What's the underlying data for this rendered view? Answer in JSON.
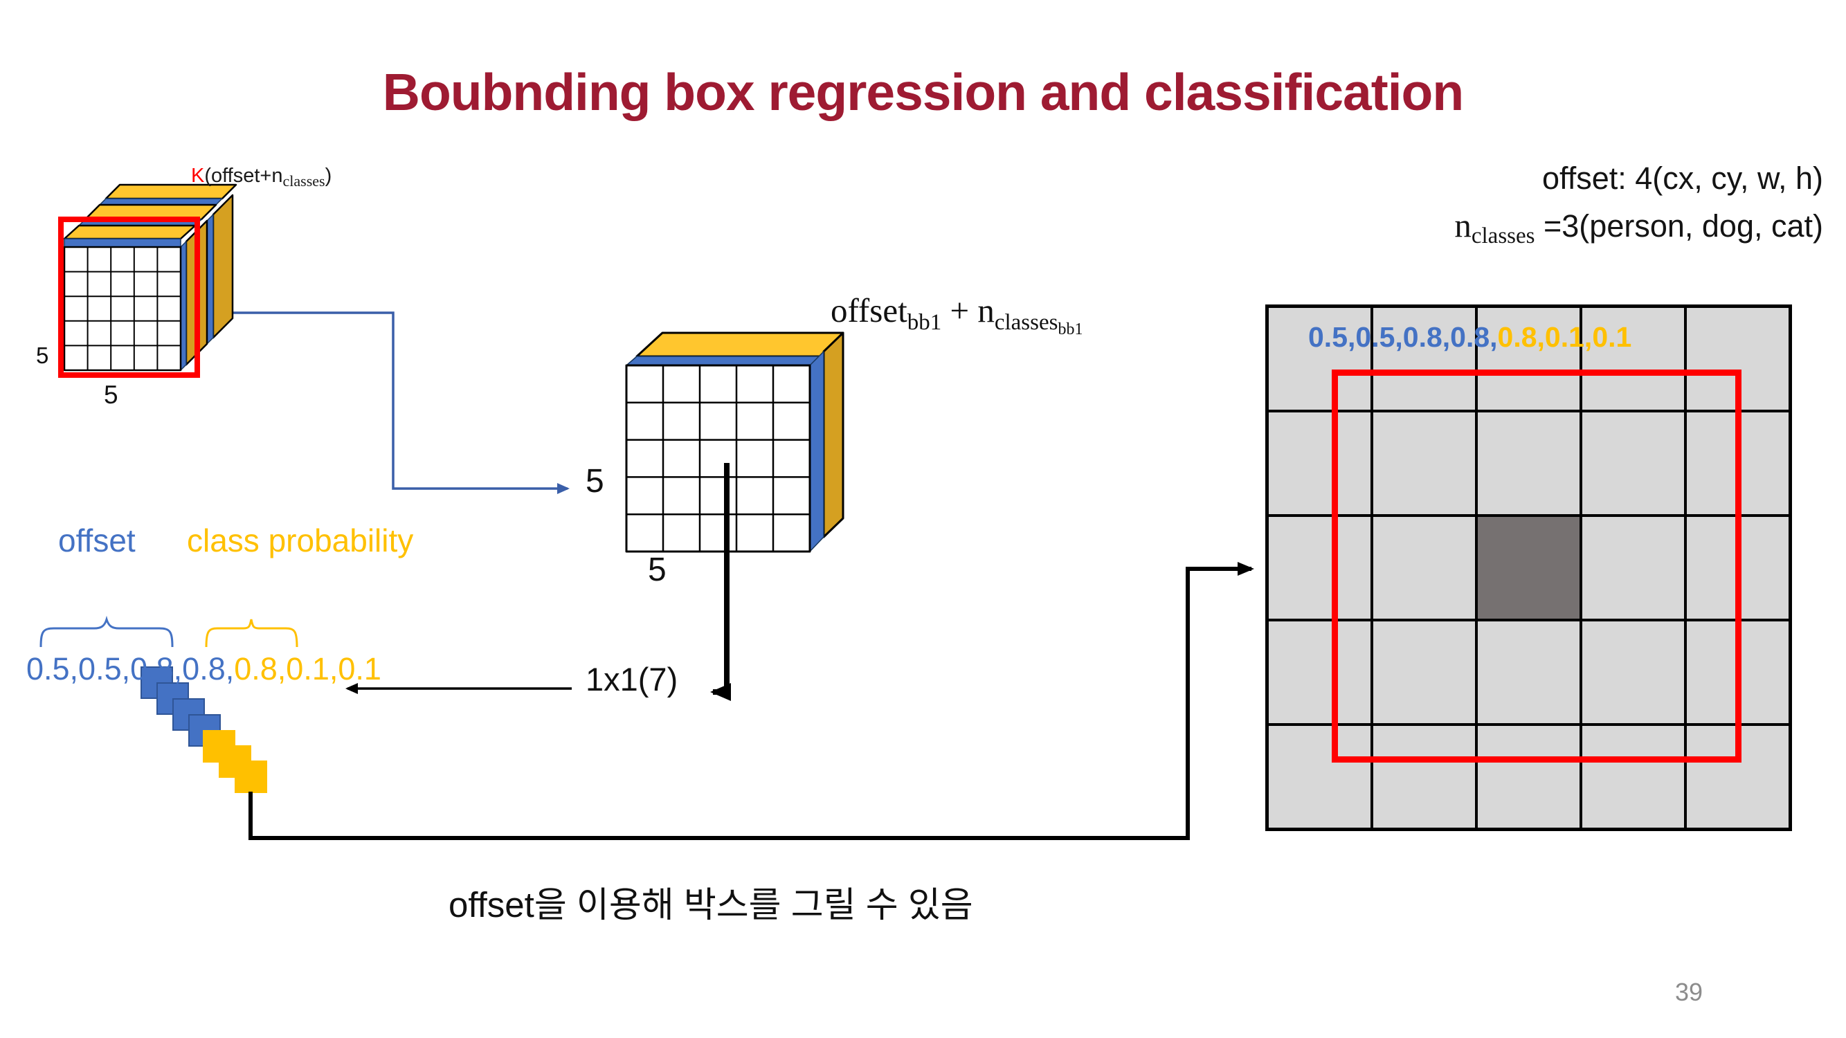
{
  "title": "Boubnding box regression and classification",
  "page_number": "39",
  "caption": "offset을 이용해 박스를 그릴 수 있음",
  "header_right": {
    "offset_line": "offset: 4(cx, cy, w, h)",
    "n_var": "n",
    "n_sub": "classes",
    "classes_line_rest": " =3(person, dog, cat)"
  },
  "feature_map": {
    "k": "K",
    "label_open": "(offset+n",
    "label_sub": "classes",
    "label_close": ")",
    "height_label": "5",
    "width_label": "5"
  },
  "pred_cube": {
    "height_label": "5",
    "width_label": "5",
    "formula": {
      "offset": "offset",
      "offset_sub": "bb1",
      "plus": " + n",
      "n_sub": "classes",
      "n_subsub": "bb1"
    },
    "kernel": "1x1(7)"
  },
  "vector": {
    "offset_label": "offset",
    "class_label": "class probability",
    "offset_values": "0.5,0.5,0.8,0.8,",
    "class_values": "0.8,0.1,0.1"
  },
  "grid": {
    "offset_values": "0.5,0.5,0.8,0.8,",
    "class_values": "0.8,0.1,0.1"
  },
  "colors": {
    "accent_blue": "#4472C4",
    "accent_gold": "#FFC000",
    "cube_gold_side": "#D5A021",
    "title_red": "#9E1B32",
    "box_red": "#FF0000",
    "grid_gray": "#D8D8D8",
    "center_cell_gray": "#767171"
  }
}
